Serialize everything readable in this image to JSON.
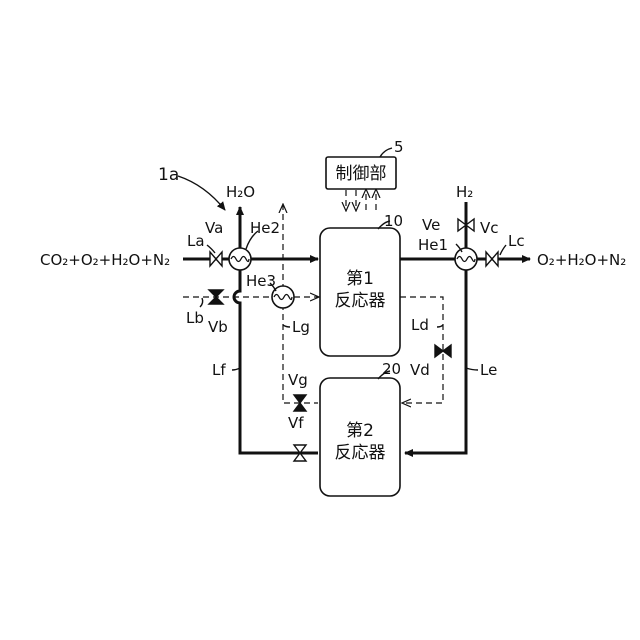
{
  "diagram_id": "1a",
  "controller": {
    "label": "制御部",
    "ref": "5"
  },
  "reactor1": {
    "line1": "第1",
    "line2": "反応器",
    "ref": "10"
  },
  "reactor2": {
    "line1": "第2",
    "line2": "反応器",
    "ref": "20"
  },
  "streams": {
    "inlet": "CO₂+O₂+H₂O+N₂",
    "outlet": "O₂+H₂O+N₂",
    "water_out": "H₂O",
    "h2_in": "H₂"
  },
  "lines": {
    "La": "La",
    "Lb": "Lb",
    "Lc": "Lc",
    "Ld": "Ld",
    "Le": "Le",
    "Lf": "Lf",
    "Lg": "Lg"
  },
  "valves": {
    "Va": "Va",
    "Vb": "Vb",
    "Vc": "Vc",
    "Vd": "Vd",
    "Ve": "Ve",
    "Vf": "Vf",
    "Vg": "Vg"
  },
  "heat_exchangers": {
    "He1": "He1",
    "He2": "He2",
    "He3": "He3"
  }
}
